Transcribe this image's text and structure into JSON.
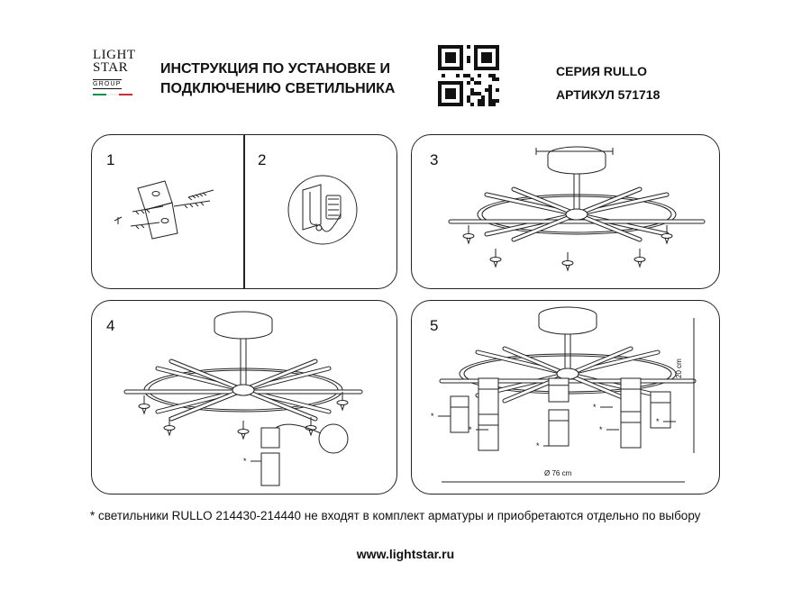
{
  "logo": {
    "line1": "LIGHT",
    "line2": "STAR",
    "line3": "GROUP",
    "flag_colors": [
      "#009246",
      "#ffffff",
      "#ce2b37"
    ]
  },
  "title": {
    "line1": "ИНСТРУКЦИЯ ПО УСТАНОВКЕ И",
    "line2": "ПОДКЛЮЧЕНИЮ СВЕТИЛЬНИКА"
  },
  "series": {
    "label": "СЕРИЯ RULLO",
    "article": "АРТИКУЛ 571718"
  },
  "steps": [
    "1",
    "2",
    "3",
    "4",
    "5"
  ],
  "dimensions": {
    "height": "20 cm",
    "diameter": "Ø 76 cm",
    "marker": "*"
  },
  "footnote": "* светильники RULLO 214430-214440 не входят в комплект арматуры и приобретаются отдельно по выбору",
  "website": "www.lightstar.ru"
}
